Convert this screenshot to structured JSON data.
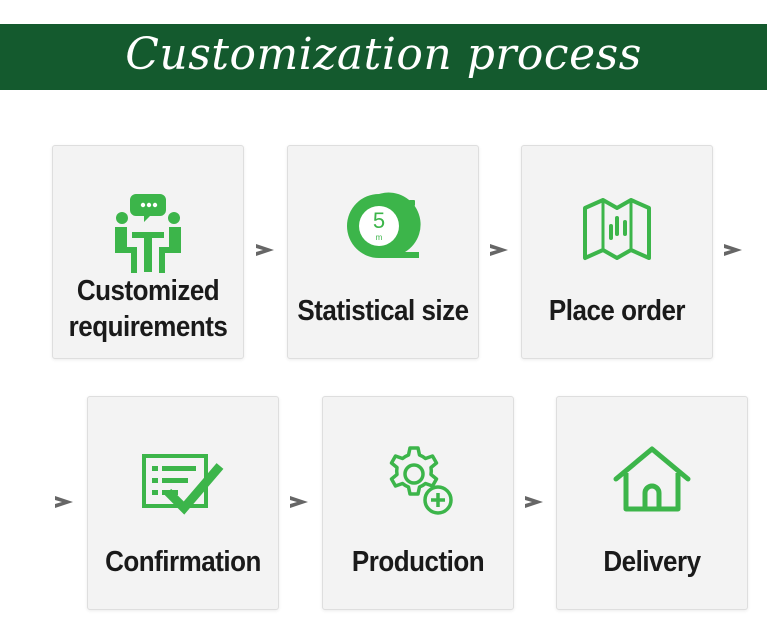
{
  "header": {
    "title": "Customization process"
  },
  "steps": [
    {
      "label": "Customized\nrequirements",
      "icon": "meeting-icon"
    },
    {
      "label": "Statistical size",
      "icon": "tape-measure-icon",
      "tape_digit": "5",
      "tape_unit": "m"
    },
    {
      "label": "Place order",
      "icon": "map-icon"
    },
    {
      "label": "Confirmation",
      "icon": "checklist-icon"
    },
    {
      "label": "Production",
      "icon": "gear-plus-icon"
    },
    {
      "label": "Delivery",
      "icon": "house-icon"
    }
  ],
  "colors": {
    "banner": "#145a2e",
    "icon_green": "#3cb54a",
    "card_bg": "#f3f3f3",
    "arrow": "#666666"
  }
}
